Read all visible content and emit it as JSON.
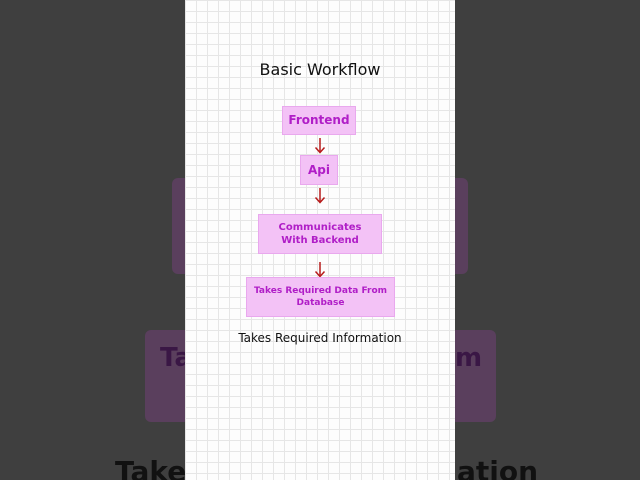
{
  "diagram": {
    "title": "Basic Workflow",
    "nodes": [
      {
        "label": "Frontend"
      },
      {
        "label": "Api"
      },
      {
        "label": "Communicates With Backend"
      },
      {
        "label": "Takes Required Data From Database"
      }
    ],
    "caption": "Takes Required Information"
  },
  "background": {
    "fragment_left": "Tak",
    "fragment_right": "m",
    "bottom_left": "Takes",
    "bottom_right": "ation"
  },
  "colors": {
    "node_fill": "#f3c2f6",
    "node_text": "#b01ec7",
    "arrow": "#b71c1c"
  }
}
